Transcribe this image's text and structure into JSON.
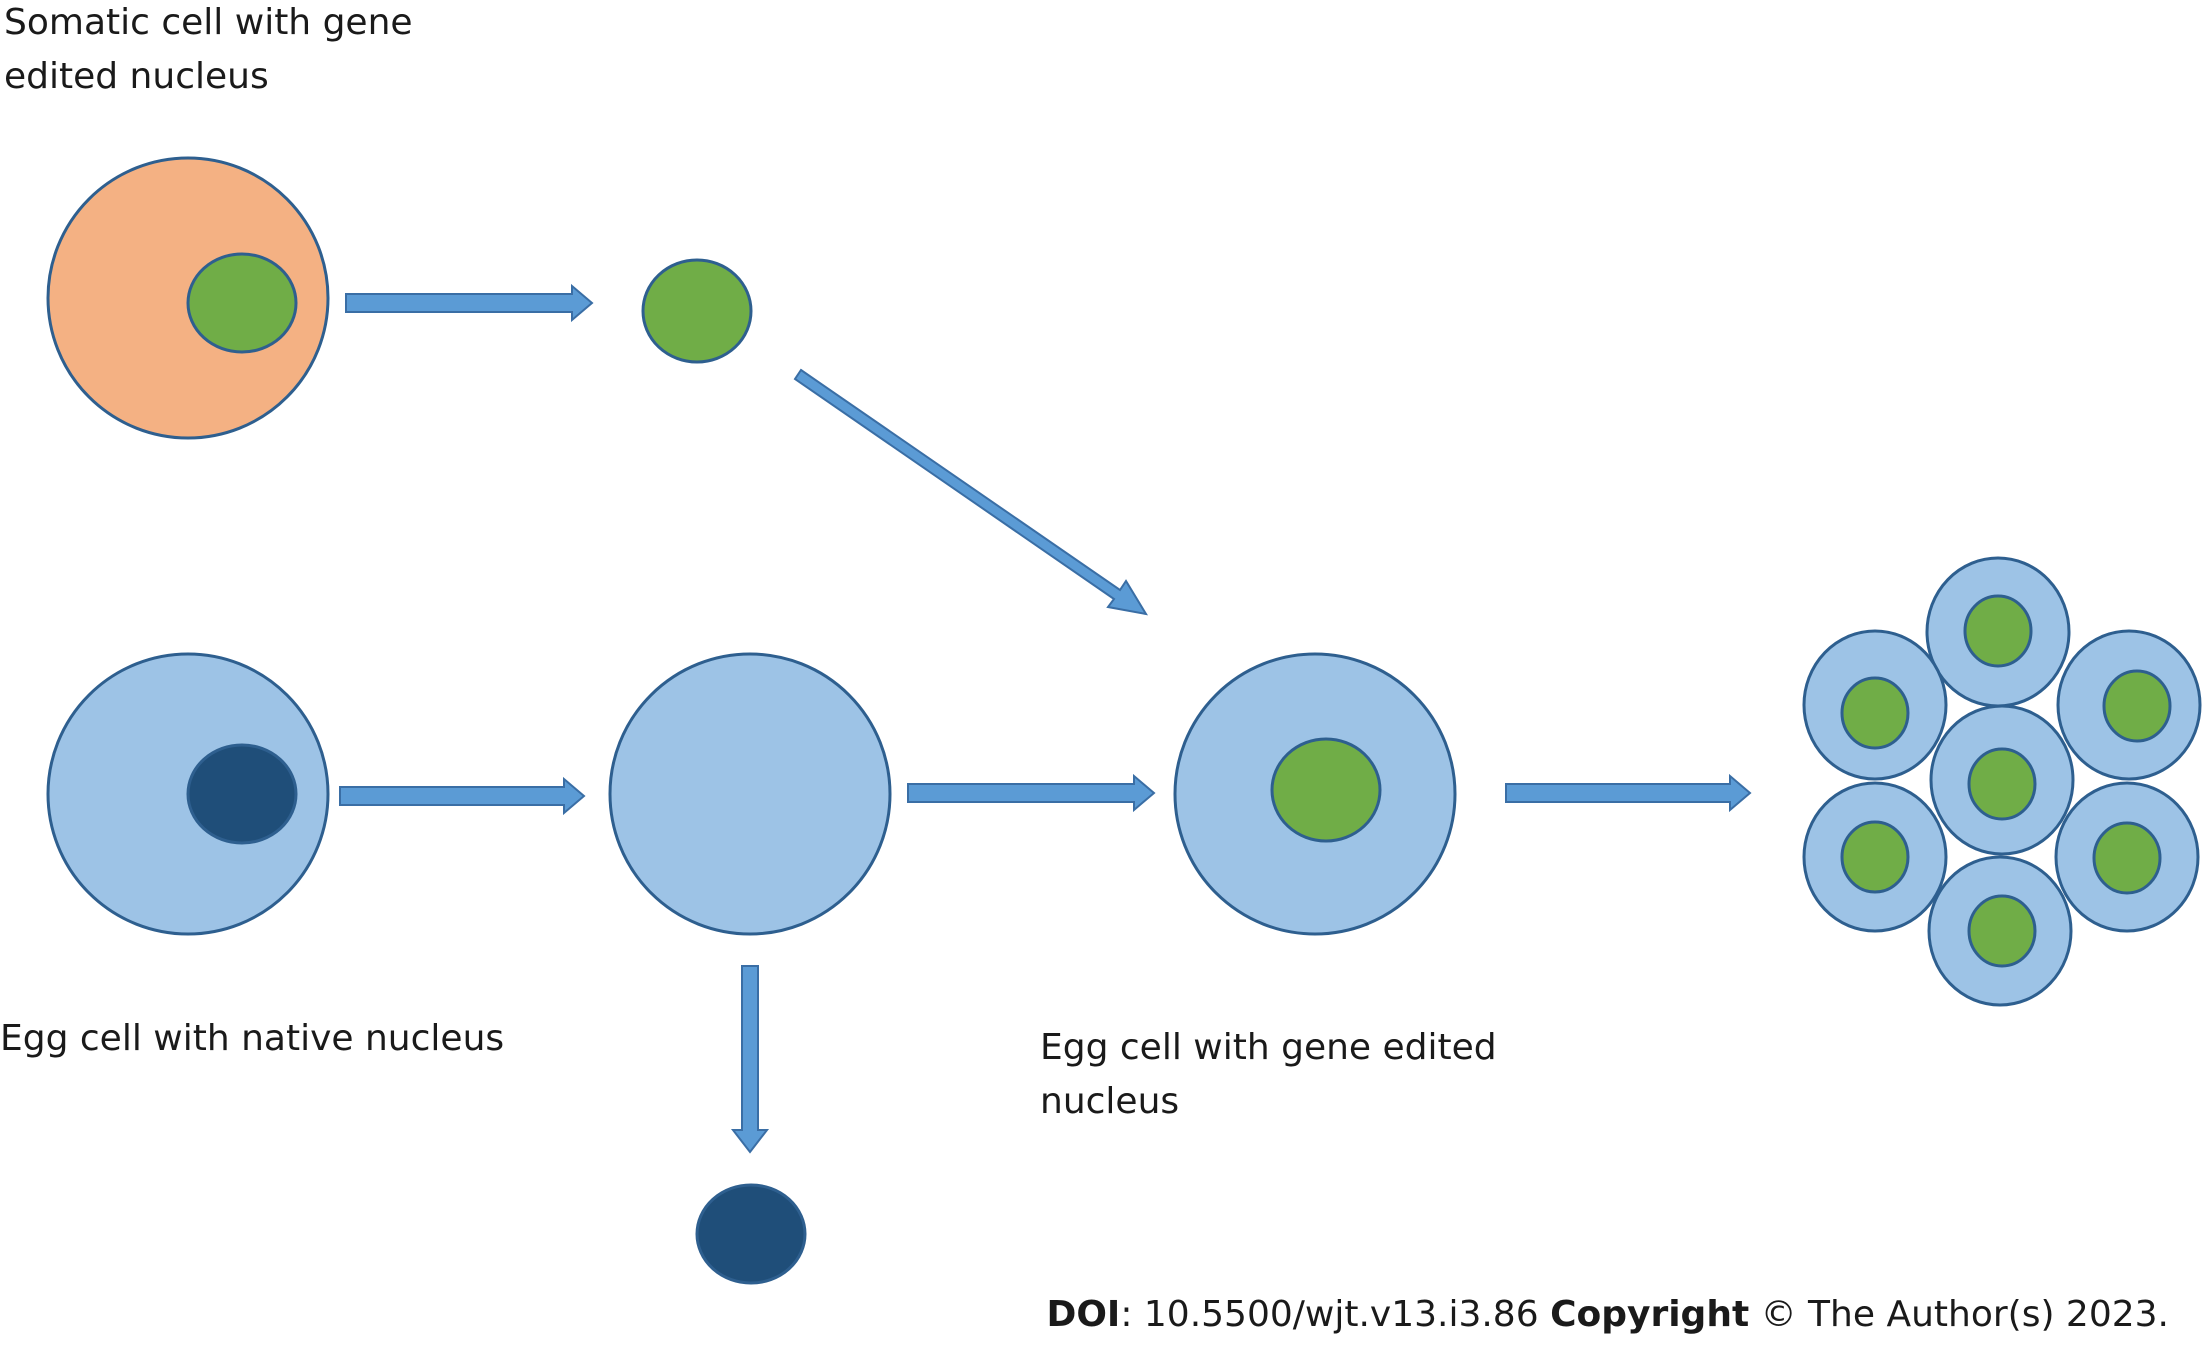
{
  "labels": {
    "somatic_line1": "Somatic cell with gene",
    "somatic_line2": "edited nucleus",
    "egg_native": "Egg cell with native nucleus",
    "egg_edited_line1": "Egg cell with gene edited",
    "egg_edited_line2": "nucleus"
  },
  "credit": {
    "doi_label": "DOI",
    "doi_value": ": 10.5500/wjt.v13.i3.86 ",
    "copyright_label": "Copyright",
    "copyright_value": " © The Author(s) 2023."
  },
  "colors": {
    "somatic_cytoplasm": "#f4b183",
    "egg_cytoplasm": "#9dc3e6",
    "edited_nucleus": "#70ad47",
    "native_nucleus": "#1f4e79",
    "outline": "#2e5f8f",
    "arrow_fill": "#5b9bd5",
    "arrow_stroke": "#3a6ea5"
  }
}
